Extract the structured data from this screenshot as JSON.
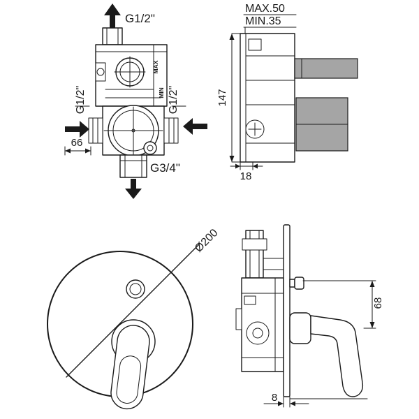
{
  "colors": {
    "line": "#1a1a1a",
    "metal": "#a5a5a5",
    "background": "#ffffff"
  },
  "drawing": {
    "rough_front": {
      "top_port_label": "G1/2\"",
      "left_port_label": "G1/2\"",
      "right_port_label": "G1/2\"",
      "bottom_port_label": "G3/4\"",
      "width_dim": "66",
      "max_marking": "MAX",
      "min_marking": "MIN"
    },
    "rough_side": {
      "max_depth_label": "MAX.50",
      "min_depth_label": "MIN.35",
      "height_dim": "147",
      "depth_dim": "18"
    },
    "trim_front": {
      "plate_diameter_label": "Ø200"
    },
    "trim_side": {
      "spacing_dim": "68",
      "plate_thickness_dim": "8"
    }
  }
}
